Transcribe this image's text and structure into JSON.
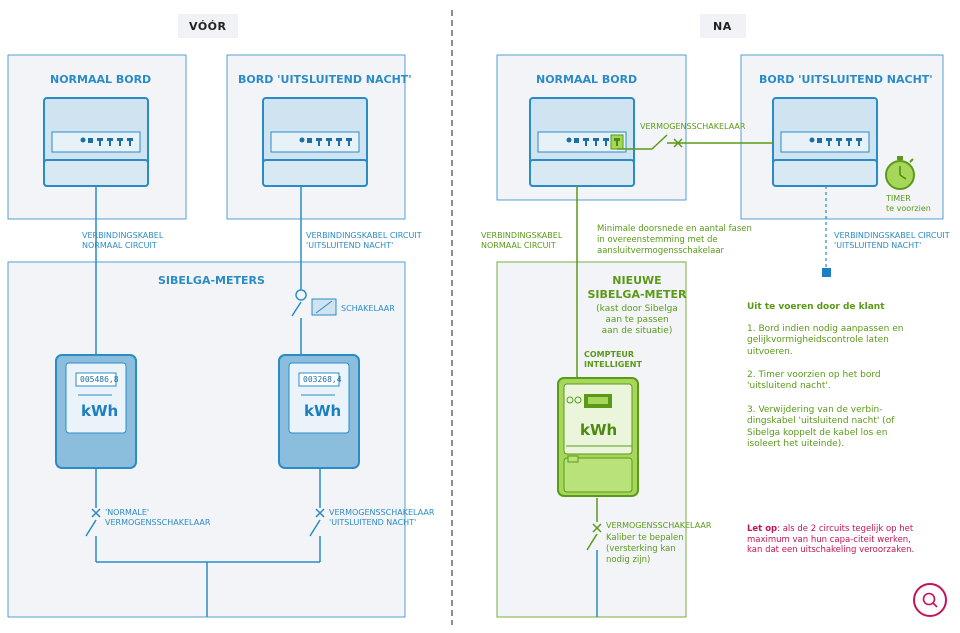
{
  "headers": {
    "before": "VÓÓR",
    "after": "NA"
  },
  "before": {
    "normal_board_title": "NORMAAL BORD",
    "night_board_title": "BORD 'UITSLUITEND NACHT'",
    "cable_normal": [
      "VERBINDINGSKABEL",
      "NORMAAL CIRCUIT"
    ],
    "cable_night": [
      "VERBINDINGSKABEL CIRCUIT",
      "'UITSLUITEND NACHT'"
    ],
    "meters_title": "SIBELGA-METERS",
    "switch_label": "SCHAKELAAR",
    "meter1_reading": "005486,8",
    "meter2_reading": "003268,4",
    "kwh": "kWh",
    "breaker_normal": [
      "'NORMALE'",
      "VERMOGENSSCHAKELAAR"
    ],
    "breaker_night": [
      "VERMOGENSSCHAKELAAR",
      "'UITSLUITEND NACHT'"
    ]
  },
  "after": {
    "normal_board_title": "NORMAAL BORD",
    "night_board_title": "BORD 'UITSLUITEND NACHT'",
    "breaker_label": "VERMOGENSSCHAKELAAR",
    "timer_label": [
      "TIMER",
      "te voorzien"
    ],
    "cable_normal": [
      "VERBINDINGSKABEL",
      "NORMAAL CIRCUIT"
    ],
    "min_section": [
      "Minimale doorsnede en aantal fasen",
      "in overeenstemming met de",
      "aansluitvermogensschakelaar"
    ],
    "cable_night": [
      "VERBINDINGSKABEL CIRCUIT",
      "'UITSLUITEND NACHT'"
    ],
    "new_meter_title": [
      "NIEUWE",
      "SIBELGA-METER"
    ],
    "new_meter_sub": [
      "(kast door Sibelga",
      "aan te passen",
      "aan de situatie)"
    ],
    "smart_meter_label": [
      "COMPTEUR",
      "INTELLIGENT"
    ],
    "kwh": "kWh",
    "bottom_breaker_label": "VERMOGENSSCHAKELAAR",
    "caliber": [
      "Kaliber te bepalen",
      "(versterking kan",
      "nodig zijn)"
    ],
    "client_title": "Uit te voeren door de klant",
    "client_items": [
      "1.  Bord indien nodig aanpassen en gelijkvormigheidscontrole laten uitvoeren.",
      "2.  Timer voorzien op het bord 'uitsluitend nacht'.",
      "3.  Verwijdering van de verbin-dingskabel 'uitsluitend nacht' (of Sibelga koppelt de kabel los en isoleert het uiteinde)."
    ],
    "warning_bold": "Let op",
    "warning_text": ": als de 2 circuits tegelijk op het maximum van hun capa-citeit werken, kan dat een uitschakeling veroorzaken."
  },
  "colors": {
    "blue": "#2a8cc7",
    "blue_fill": "#8bbedc",
    "panel": "#f3f4f8",
    "green": "#5a9a18",
    "green_fill": "#a6d75a",
    "accent_red": "#c4125a",
    "divider": "#666666"
  },
  "icons": [
    "switchboard-icon",
    "meter-icon",
    "smart-meter-icon",
    "timer-icon",
    "search-icon"
  ]
}
